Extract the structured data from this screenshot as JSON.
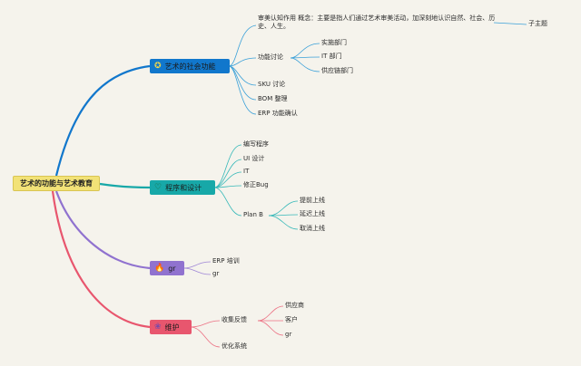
{
  "root": {
    "label": "艺术的功能与艺术教育"
  },
  "branches": [
    {
      "label": "艺术的社会功能",
      "color": "#1177cc",
      "icon": "badge-icon",
      "glyph": "✪",
      "children": [
        {
          "label": "审美认知作用 概念：主要是指人们通过艺术审美活动，加深刻地认识自然、社会、历史、人生。",
          "floating": "子主题"
        },
        {
          "label": "功能讨论",
          "children": [
            "实施部门",
            "IT 部门",
            "供应链部门"
          ]
        },
        {
          "label": "SKU 讨论"
        },
        {
          "label": "BOM 整理"
        },
        {
          "label": "ERP 功能确认"
        }
      ]
    },
    {
      "label": "程序和设计",
      "color": "#17a8a8",
      "icon": "heart-icon",
      "glyph": "♡",
      "children": [
        {
          "label": "编写程序"
        },
        {
          "label": "UI 设计"
        },
        {
          "label": "IT"
        },
        {
          "label": "修正Bug"
        },
        {
          "label": "Plan B",
          "children": [
            "提前上线",
            "延迟上线",
            "取消上线"
          ]
        }
      ]
    },
    {
      "label": "gr",
      "color": "#9072cf",
      "icon": "flame-icon",
      "glyph": "🔥",
      "children": [
        {
          "label": "ERP 培训"
        },
        {
          "label": "gr"
        }
      ]
    },
    {
      "label": "维护",
      "color": "#e8566e",
      "icon": "flower-icon",
      "glyph": "❀",
      "children": [
        {
          "label": "收集反馈",
          "children": [
            "供应商",
            "客户",
            "gr"
          ]
        },
        {
          "label": "优化系统"
        }
      ]
    }
  ]
}
